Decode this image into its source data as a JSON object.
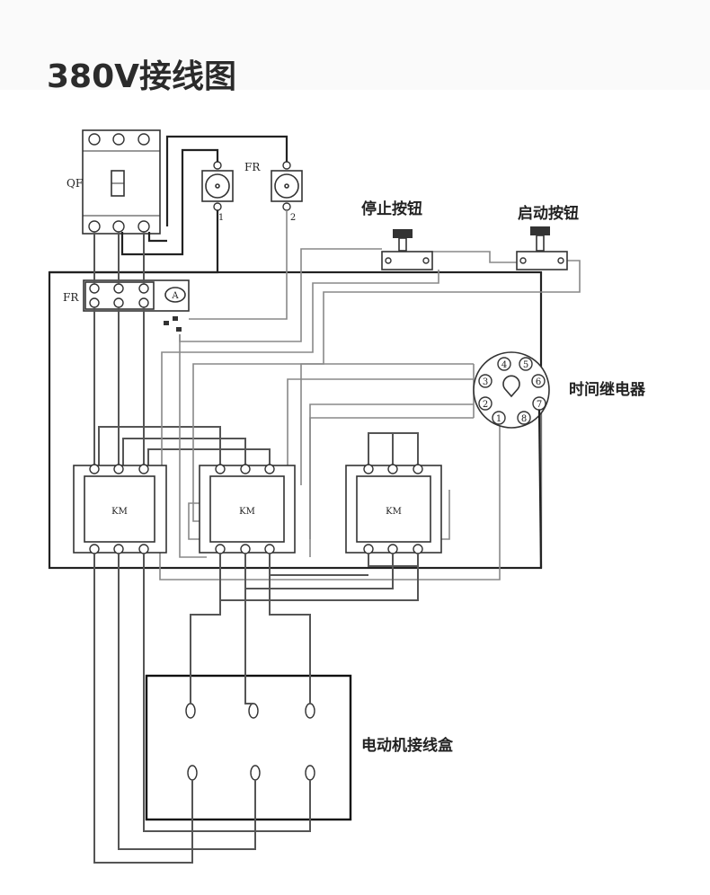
{
  "title": "380V接线图",
  "breaker": {
    "label": "QF"
  },
  "thermal_relay": {
    "label": "FR",
    "terminal_1": "1",
    "terminal_2": "2",
    "block_label": "FR",
    "ammeter": "A"
  },
  "stop_button": {
    "label": "停止按钮"
  },
  "start_button": {
    "label": "启动按钮"
  },
  "time_relay": {
    "label": "时间继电器",
    "pins": [
      "1",
      "2",
      "3",
      "4",
      "5",
      "6",
      "7",
      "8"
    ]
  },
  "contactors": [
    {
      "label": "KM"
    },
    {
      "label": "KM"
    },
    {
      "label": "KM"
    }
  ],
  "motor_box": {
    "label": "电动机接线盒"
  }
}
